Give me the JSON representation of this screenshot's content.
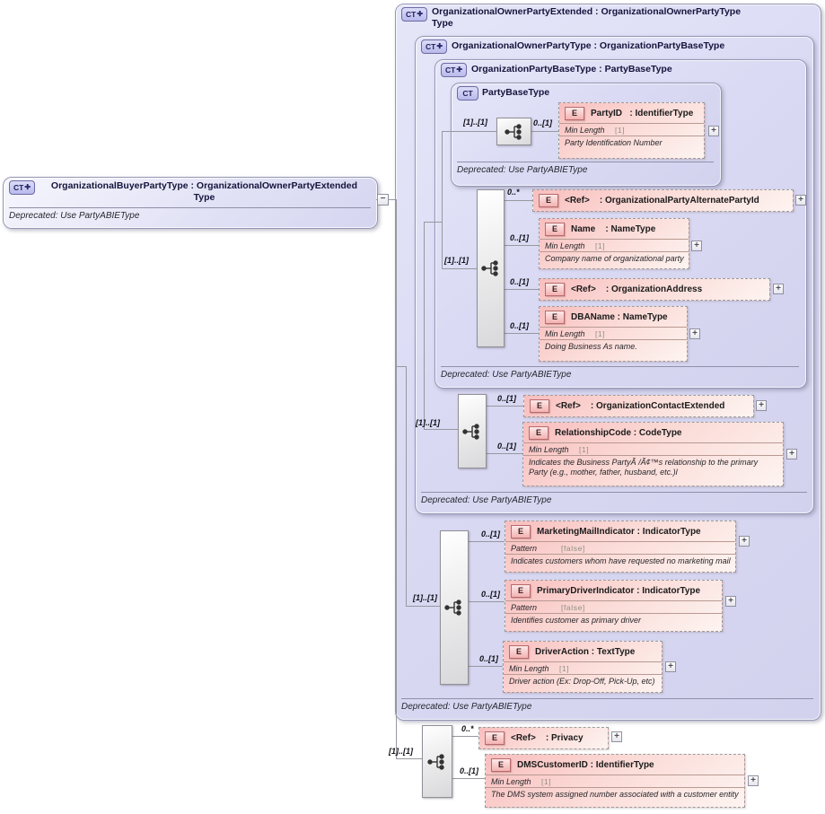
{
  "deprecated_note": "Deprecated: Use PartyABIEType",
  "glyphs": {
    "expand": "+",
    "collapse": "−",
    "ct": "CT",
    "ct_plus": "✚",
    "element_icon": "E"
  },
  "sequence_label": "[1]..[1]",
  "buyer_box": {
    "title_line1": "OrganizationalBuyerPartyType : OrganizationalOwnerPartyExtended",
    "title_line2": "Type"
  },
  "type_boxes": {
    "extended": {
      "title_line1": "OrganizationalOwnerPartyExtended : OrganizationalOwnerPartyType",
      "title_line2": "Type"
    },
    "owner": {
      "title": "OrganizationalOwnerPartyType : OrganizationPartyBaseType"
    },
    "org_base": {
      "title": "OrganizationPartyBaseType : PartyBaseType"
    },
    "party_base": {
      "title": "PartyBaseType"
    }
  },
  "elements": [
    {
      "name_type": "PartyID   : IdentifierType",
      "facet_label": "Min Length",
      "facet_value": "[1]",
      "description": "Party Identification Number",
      "cardinality": "0..[1]"
    },
    {
      "name_type": "<Ref>    : OrganizationalPartyAlternatePartyId",
      "cardinality": "0..*"
    },
    {
      "name_type": "Name    : NameType",
      "facet_label": "Min Length",
      "facet_value": "[1]",
      "description": "Company name of organizational party",
      "cardinality": "0..[1]"
    },
    {
      "name_type": "<Ref>    : OrganizationAddress",
      "cardinality": "0..[1]"
    },
    {
      "name_type": "DBAName : NameType",
      "facet_label": "Min Length",
      "facet_value": "[1]",
      "description": "Doing Business As name.",
      "cardinality": "0..[1]"
    },
    {
      "name_type": "<Ref>    : OrganizationContactExtended",
      "cardinality": "0..[1]"
    },
    {
      "name_type": "RelationshipCode : CodeType",
      "facet_label": "Min Length",
      "facet_value": "[1]",
      "description": "Indicates the Business PartyÃ /Ã¢™s relationship to the primary Party (e.g., mother, father, husband, etc.)l",
      "cardinality": "0..[1]"
    },
    {
      "name_type": "MarketingMailIndicator : IndicatorType",
      "facet_label": "Pattern",
      "facet_value": "[false]",
      "description": "Indicates customers whom have requested no marketing mail",
      "cardinality": "0..[1]"
    },
    {
      "name_type": "PrimaryDriverIndicator : IndicatorType",
      "facet_label": "Pattern",
      "facet_value": "[false]",
      "description": "Identifies customer as primary driver",
      "cardinality": "0..[1]"
    },
    {
      "name_type": "DriverAction : TextType",
      "facet_label": "Min Length",
      "facet_value": "[1]",
      "description": "Driver action (Ex: Drop-Off, Pick-Up, etc)",
      "cardinality": "0..[1]"
    },
    {
      "name_type": "<Ref>    : Privacy",
      "cardinality": "0..*"
    },
    {
      "name_type": "DMSCustomerID : IdentifierType",
      "facet_label": "Min Length",
      "facet_value": "[1]",
      "description": "The DMS system assigned number associated with a customer entity",
      "cardinality": "0..[1]"
    }
  ]
}
